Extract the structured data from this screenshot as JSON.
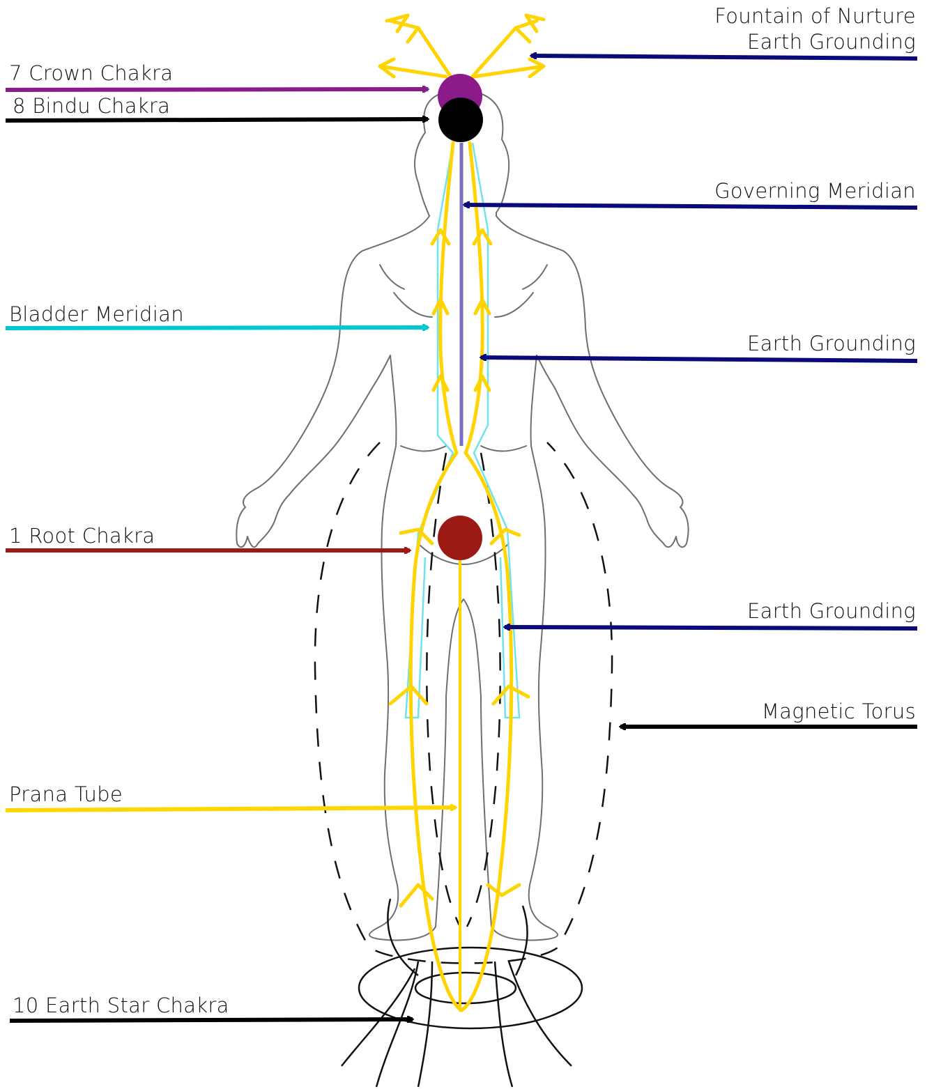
{
  "colors": {
    "crown": "#8b1a8b",
    "bindu": "#000000",
    "root": "#9b1b14",
    "earth_grounding": "#0a0a78",
    "bladder": "#00c8d2",
    "prana": "#ffd700",
    "governing": "#7b6cc0",
    "torus": "#111111",
    "body_outline": "#6e6e6e"
  },
  "labels": {
    "fountain_line1": "Fountain of Nurture",
    "fountain_line2": "Earth Grounding",
    "crown": "7 Crown Chakra",
    "bindu": "8 Bindu Chakra",
    "governing": "Governing Meridian",
    "bladder": "Bladder Meridian",
    "earth_grounding_upper": "Earth Grounding",
    "root": "1 Root Chakra",
    "earth_grounding_lower": "Earth Grounding",
    "magnetic_torus": "Magnetic Torus",
    "prana_tube": "Prana Tube",
    "earth_star": "10 Earth Star Chakra"
  }
}
